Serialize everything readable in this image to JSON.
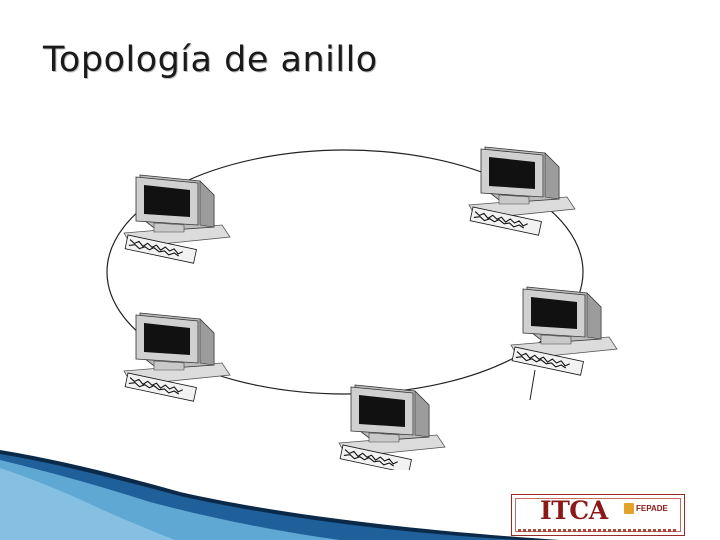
{
  "title": "Topología de anillo",
  "diagram": {
    "type": "ring-topology",
    "node_count": 5,
    "nodes": [
      {
        "icon": "computer-icon",
        "position": "top-left"
      },
      {
        "icon": "computer-icon",
        "position": "top-right"
      },
      {
        "icon": "computer-icon",
        "position": "middle-left"
      },
      {
        "icon": "computer-icon",
        "position": "middle-right"
      },
      {
        "icon": "computer-icon",
        "position": "bottom"
      }
    ],
    "colors": {
      "ring": "#222222",
      "monitor": "#c9c9c9",
      "screen": "#111111"
    }
  },
  "logo": {
    "brand": "ITCA",
    "partner": "FEPADE",
    "colors": {
      "brand": "#8a1a17",
      "accent": "#e3a22a"
    }
  },
  "decoration": {
    "corner": "blue-wave",
    "colors": [
      "#5fa8d3",
      "#1f5f9a",
      "#0b2a4a"
    ]
  }
}
